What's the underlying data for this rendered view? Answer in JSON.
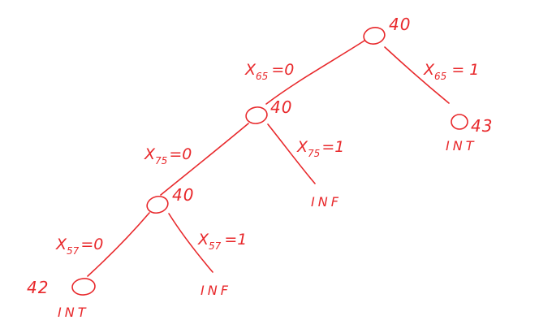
{
  "nodes": {
    "root": {
      "value": "40"
    },
    "left1": {
      "value": "40"
    },
    "right1": {
      "value": "43",
      "status": "INT"
    },
    "left2": {
      "value": "40"
    },
    "right2": {
      "status": "INF"
    },
    "left3": {
      "value": "42",
      "status": "INT"
    },
    "right3": {
      "status": "INF"
    }
  },
  "edges": {
    "root_left": {
      "var": "X",
      "sub": "65",
      "rel": "=0"
    },
    "root_right": {
      "var": "X",
      "sub": "65",
      "rel": "= 1"
    },
    "l1_left": {
      "var": "X",
      "sub": "75",
      "rel": "=0"
    },
    "l1_right": {
      "var": "X",
      "sub": "75",
      "rel": "=1"
    },
    "l2_left": {
      "var": "X",
      "sub": "57",
      "rel": "=0"
    },
    "l2_right": {
      "var": "X",
      "sub": "57",
      "rel": "=1"
    }
  },
  "colors": {
    "ink": "#e8282b",
    "background": "#ffffff"
  }
}
